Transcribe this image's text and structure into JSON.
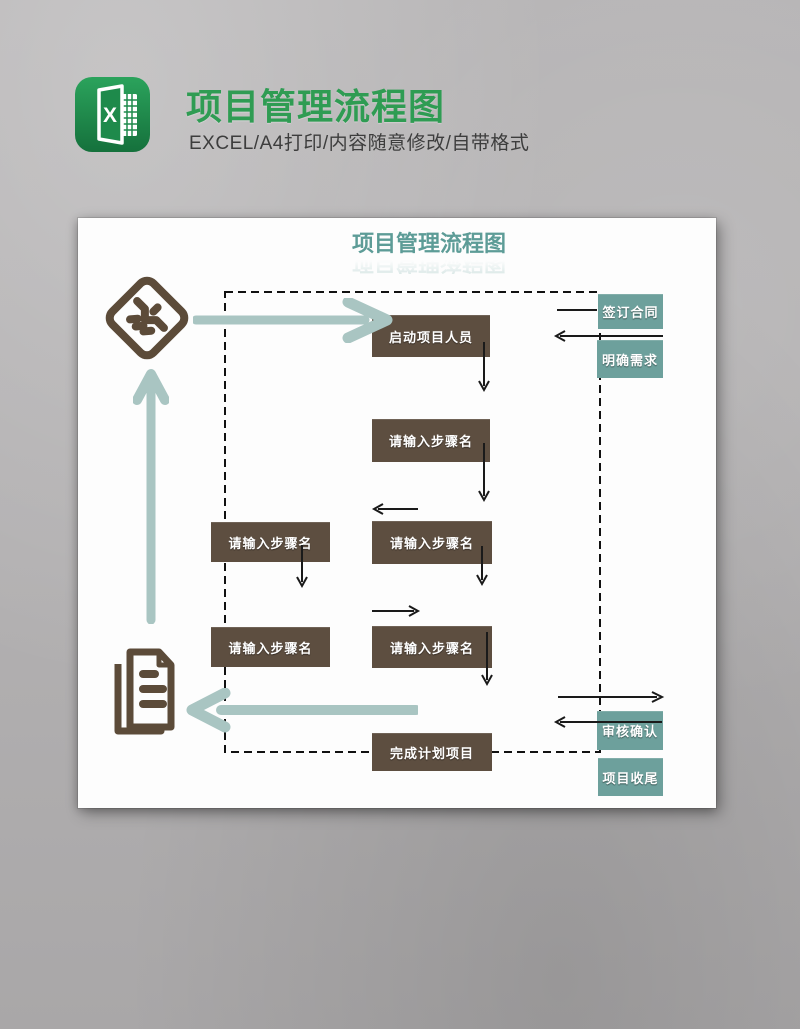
{
  "header": {
    "title": "项目管理流程图",
    "subtitle": "EXCEL/A4打印/内容随意修改/自带格式",
    "icon_letter": "X"
  },
  "canvas": {
    "title": "项目管理流程图"
  },
  "flowchart": {
    "nodes": {
      "start": "启动项目人员",
      "step_mid_1": "请输入步骤名",
      "step_left_1": "请输入步骤名",
      "step_mid_2": "请输入步骤名",
      "step_left_2": "请输入步骤名",
      "step_mid_3": "请输入步骤名",
      "finish": "完成计划项目",
      "sign_contract": "签订合同",
      "clarify_requirements": "明确需求",
      "review_confirm": "审核确认",
      "project_closing": "项目收尾"
    },
    "icons": [
      "excel-icon",
      "handshake-icon",
      "documents-icon"
    ]
  },
  "colors": {
    "header_green": "#2f9c53",
    "canvas_title_teal": "#5d9c97",
    "brown_box": "#5d4e40",
    "teal_box": "#6da09c",
    "teal_arrow": "#a9c5c2",
    "icon_brown": "#5c4b39",
    "background_gray": "#b2b0b1"
  }
}
